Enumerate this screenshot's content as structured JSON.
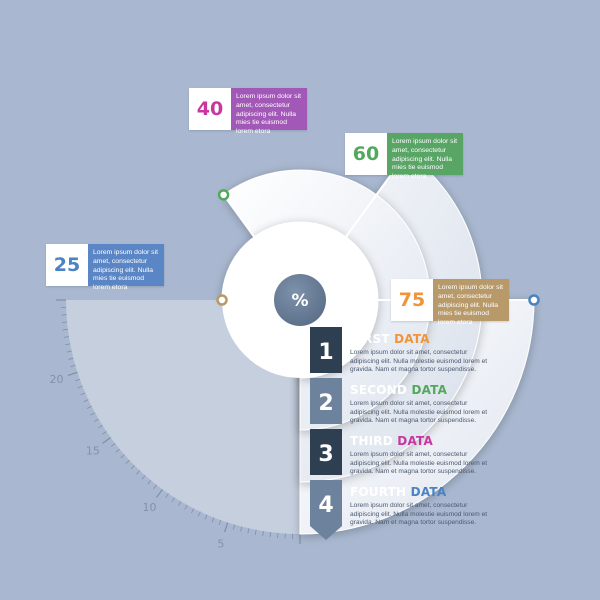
{
  "colors": {
    "background": "#a9b8d0",
    "orange": "#f0943a",
    "green": "#52a85c",
    "magenta": "#c9369f",
    "blue": "#4a82c2",
    "hub": "#6d829c",
    "legend_dark": "#2f3f52",
    "legend_mid": "#6d829c"
  },
  "chart_data": {
    "type": "radial-bar",
    "center_label": "%",
    "axis_ticks": [
      "5",
      "10",
      "15",
      "20"
    ],
    "axis_range": [
      0,
      25
    ],
    "series": [
      {
        "value": 25,
        "ring": "outermost",
        "color": "#4a82c2",
        "text": "Lorem ipsum dolor sit amet, consectetur adipiscing elit. Nulla mies tie euismod lorem etora"
      },
      {
        "value": 40,
        "ring": "second",
        "color": "#c9369f",
        "text": "Lorem ipsum dolor sit amet, consectetur adipiscing elit. Nulla mies tie euismod lorem etora"
      },
      {
        "value": 60,
        "ring": "third",
        "color": "#52a85c",
        "text": "Lorem ipsum dolor sit amet, consectetur adipiscing elit. Nulla mies tie euismod lorem etora"
      },
      {
        "value": 75,
        "ring": "innermost",
        "color": "#b89a6a",
        "text": "Lorem ipsum dolor sit amet, consectetur adipiscing elit. Nulla mies tie euismod lorem etora"
      }
    ]
  },
  "callouts": [
    {
      "value": "25",
      "color": "#4a82c2",
      "box": "#5b86c6",
      "text": "Lorem ipsum dolor sit amet, consectetur adipiscing elit. Nulla mies tie euismod lorem etora"
    },
    {
      "value": "40",
      "color": "#c9369f",
      "box": "#a258b6",
      "text": "Lorem ipsum dolor sit amet, consectetur adipiscing elit. Nulla mies tie euismod lorem etora"
    },
    {
      "value": "60",
      "color": "#52a85c",
      "box": "#58a566",
      "text": "Lorem ipsum dolor sit amet, consectetur adipiscing elit. Nulla mies tie euismod lorem etora"
    },
    {
      "value": "75",
      "color": "#f0943a",
      "box": "#b89a6a",
      "text": "Lorem ipsum dolor sit amet, consectetur adipiscing elit. Nulla mies tie euismod lorem etora"
    }
  ],
  "legend": [
    {
      "number": "1",
      "word": "FIRST",
      "accent_word": "DATA",
      "accent": "#f0943a",
      "text": "Lorem ipsum dolor sit amet, consectetur adipiscing elit. Nulla molestie euismod lorem et gravida. Nam et magna tortor suspendisse."
    },
    {
      "number": "2",
      "word": "SECOND",
      "accent_word": "DATA",
      "accent": "#52a85c",
      "text": "Lorem ipsum dolor sit amet, consectetur adipiscing elit. Nulla molestie euismod lorem et gravida. Nam et magna tortor suspendisse."
    },
    {
      "number": "3",
      "word": "THIRD",
      "accent_word": "DATA",
      "accent": "#c9369f",
      "text": "Lorem ipsum dolor sit amet, consectetur adipiscing elit. Nulla molestie euismod lorem et gravida. Nam et magna tortor suspendisse."
    },
    {
      "number": "4",
      "word": "FOURTH",
      "accent_word": "DATA",
      "accent": "#4a82c2",
      "text": "Lorem ipsum dolor sit amet, consectetur adipiscing elit. Nulla molestie euismod lorem et gravida. Nam et magna tortor suspendisse."
    }
  ]
}
